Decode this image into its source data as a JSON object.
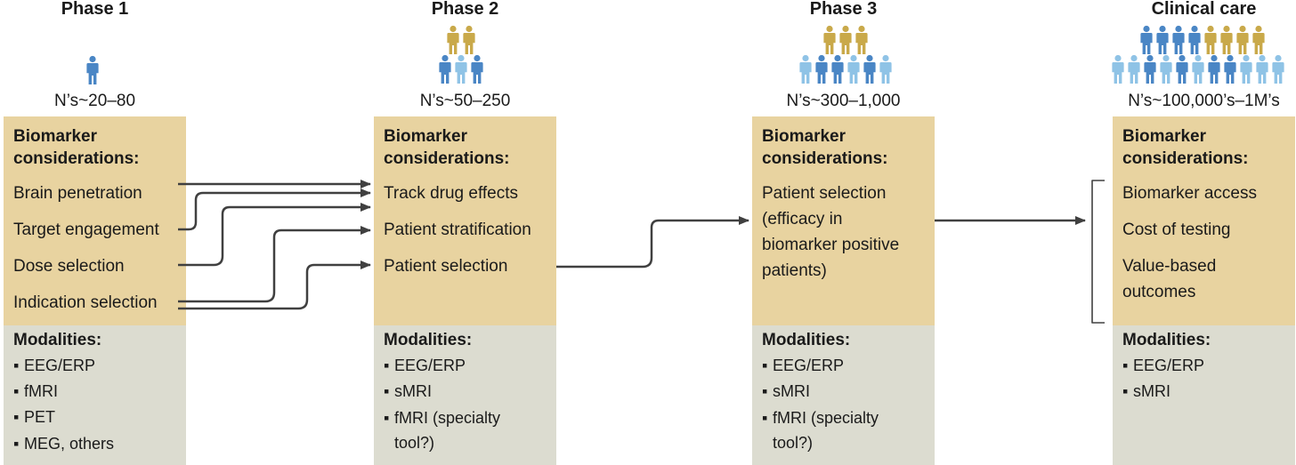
{
  "colors": {
    "biomarker_bg": "#e8d3a0",
    "modality_bg": "#dcdcd0",
    "figure_dark_blue": "#4a86c5",
    "figure_light_blue": "#8fc3e6",
    "figure_gold": "#c9a94a",
    "arrow": "#404040"
  },
  "phases": [
    {
      "title": "Phase 1",
      "n": "N’s~20–80",
      "biomarker_header": "Biomarker considerations:",
      "biomarker_items": [
        "Brain penetration",
        "Target engagement",
        "Dose selection",
        "Indication selection"
      ],
      "modalities_header": "Modalities:",
      "modalities": [
        "EEG/ERP",
        "fMRI",
        "PET",
        "MEG, others"
      ]
    },
    {
      "title": "Phase 2",
      "n": "N’s~50–250",
      "biomarker_header": "Biomarker considerations:",
      "biomarker_items": [
        "Track drug effects",
        "Patient stratification",
        "Patient selection"
      ],
      "modalities_header": "Modalities:",
      "modalities": [
        "EEG/ERP",
        "sMRI",
        "fMRI (specialty",
        "tool?)"
      ]
    },
    {
      "title": "Phase 3",
      "n": "N’s~300–1,000",
      "biomarker_header": "Biomarker considerations:",
      "biomarker_items": [
        "Patient selection",
        "(efficacy in",
        "biomarker positive",
        "patients)"
      ],
      "modalities_header": "Modalities:",
      "modalities": [
        "EEG/ERP",
        "sMRI",
        "fMRI (specialty",
        "tool?)"
      ]
    },
    {
      "title": "Clinical care",
      "n": "N’s~100,000’s–1M’s",
      "biomarker_header": "Biomarker considerations:",
      "biomarker_items": [
        "Biomarker access",
        "Cost of testing",
        "Value-based",
        "outcomes"
      ],
      "modalities_header": "Modalities:",
      "modalities": [
        "EEG/ERP",
        "sMRI"
      ]
    }
  ]
}
